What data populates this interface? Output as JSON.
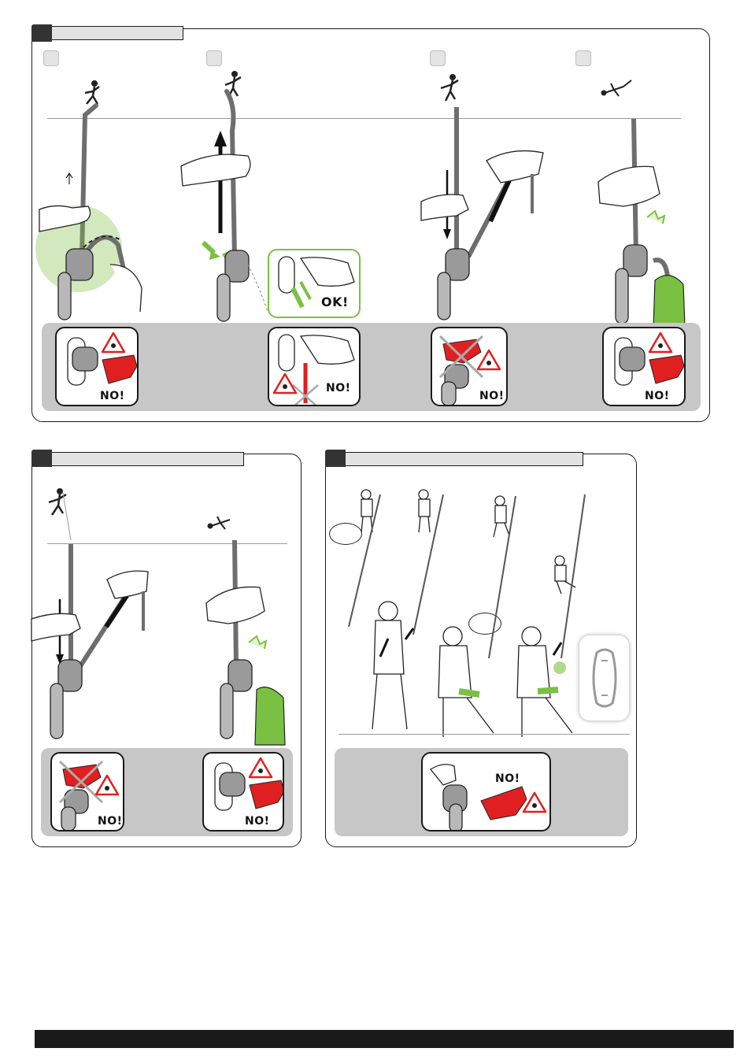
{
  "panel_top": {
    "step_markers": [
      "",
      "",
      "",
      ""
    ],
    "ok_inset": {
      "label": "OK!"
    },
    "warnings": [
      {
        "label": "NO!",
        "icon": "fall-warning-icon"
      },
      {
        "label": "NO!",
        "icon": "fall-warning-icon"
      },
      {
        "label": "NO!",
        "icon": "fall-warning-icon"
      },
      {
        "label": "NO!",
        "icon": "fall-warning-icon"
      }
    ]
  },
  "panel_left": {
    "warnings": [
      {
        "label": "NO!",
        "icon": "fall-warning-icon"
      },
      {
        "label": "NO!",
        "icon": "fall-warning-icon"
      }
    ]
  },
  "panel_right": {
    "warnings": [
      {
        "label": "NO!",
        "icon": "fall-warning-icon"
      }
    ]
  },
  "colors": {
    "accent_green": "#7ac143",
    "danger_red": "#e02020",
    "rope_gray": "#6e6e6e",
    "band_gray": "#c7c7c7",
    "dark": "#1a1a1a"
  }
}
